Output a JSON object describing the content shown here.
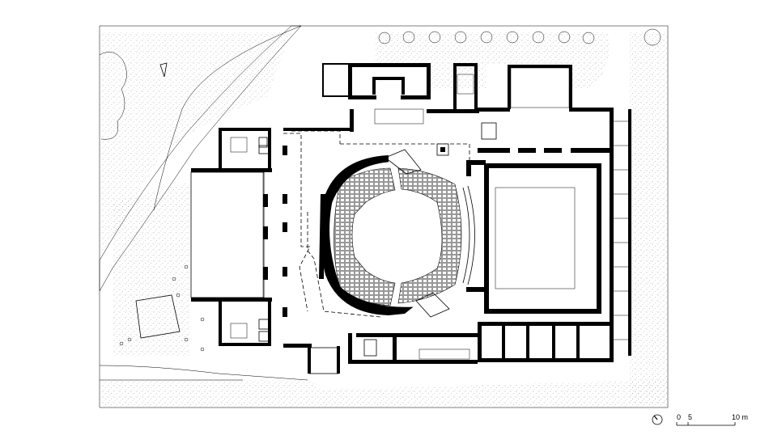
{
  "scale_bar": {
    "labels": [
      "0",
      "5",
      "10 m"
    ]
  },
  "north_arrow": {
    "icon": "north-arrow-icon"
  },
  "colors": {
    "ink": "#000000",
    "paper": "#ffffff",
    "stipple": "#8a8a8a"
  }
}
